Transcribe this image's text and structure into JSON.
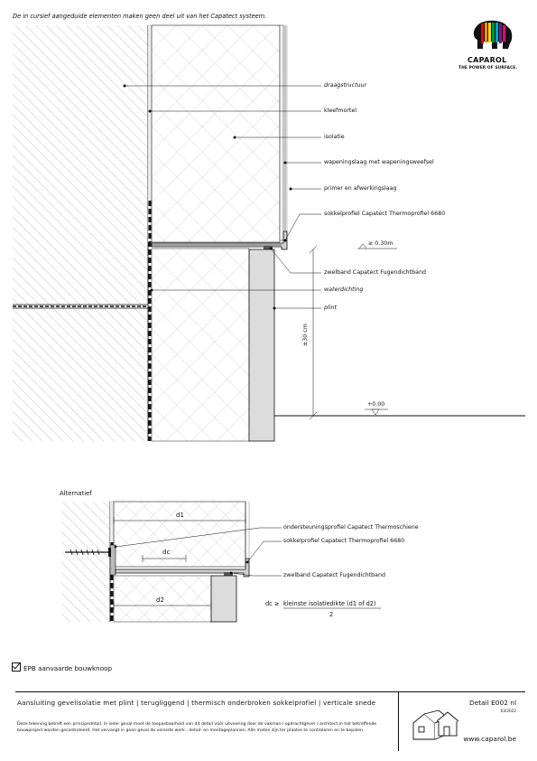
{
  "header_note": "De in cursief aangeduide elementen maken geen deel uit van het Capatect systeem.",
  "logo": {
    "brand": "CAPAROL",
    "tagline": "THE POWER OF SURFACE.",
    "icon": "caparol-elephant-logo"
  },
  "labels_main": [
    {
      "text": "draagstructuur",
      "italic": true
    },
    {
      "text": "kleefmortel",
      "italic": false
    },
    {
      "text": "isolatie",
      "italic": false
    },
    {
      "text": "wapeningslaag met wapeningsweefsel",
      "italic": false
    },
    {
      "text": "primer en afwerkingslaag",
      "italic": false
    },
    {
      "text": "sokkelprofiel Capatect Thermoprofiel 6680",
      "italic": false
    },
    {
      "text": "zwelband Capatect Fugendichtband",
      "italic": false
    },
    {
      "text": "waterdichting",
      "italic": true
    },
    {
      "text": "plint",
      "italic": true
    }
  ],
  "dims_main": {
    "clearance": "≥ 0.30m",
    "height": "±30 cm",
    "level": "+0.00"
  },
  "alternative": {
    "title": "Alternatief",
    "labels": [
      "ondersteuningsprofiel Capatect Thermoschiene",
      "sokkelprofiel Capatect Thermoprofiel 6680",
      "zwelband Capatect Fugendichtband"
    ],
    "dims": {
      "d1": "d1",
      "dc": "dc",
      "d2": "d2"
    },
    "formula": {
      "lhs": "dc ≥",
      "numerator": "kleinste isolatiedikte (d1 of d2)",
      "denominator": "2"
    }
  },
  "epb": {
    "label": "EPB aanvaarde bouwknoop",
    "icon": "checkbox-checked-icon"
  },
  "titleblock": {
    "title": "Aansluiting gevelisolatie met plint | terugliggend | thermisch onderbroken sokkelprofiel | verticale snede",
    "description": "Deze tekening betreft een principedetail. In ieder geval moet de toepasbaarheid van dit detail vóór uitvoering door de vakman / opdrachtgever / architect in het betreffende bouwproject worden gecontroleerd. Het vervangt in geen geval de vereiste werk-, detail- en montageplannen. Alle maten zijn ter plaatse te controleren en te bepalen.",
    "detail": "Detail E002 nl",
    "date": "03/2022",
    "website": "www.caparol.be",
    "icon": "house-icon"
  }
}
